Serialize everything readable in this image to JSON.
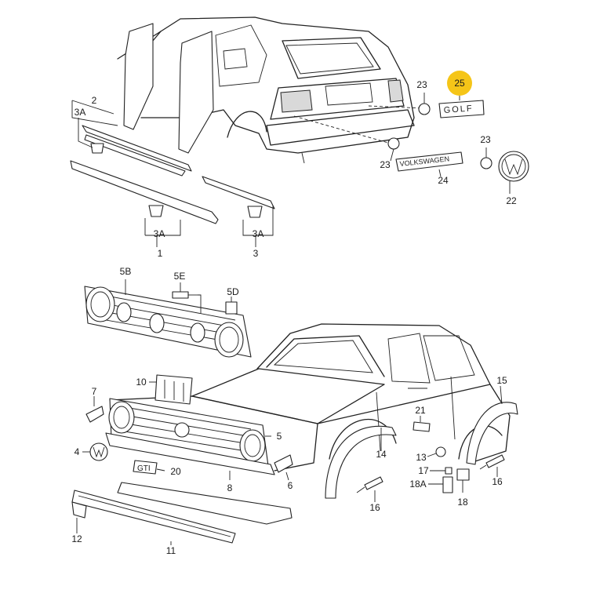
{
  "callouts": {
    "n1": "1",
    "n2": "2",
    "n3": "3",
    "n3a_1": "3A",
    "n3a_2": "3A",
    "n3a_3": "3A",
    "n4": "4",
    "n5": "5",
    "n5b": "5B",
    "n5d": "5D",
    "n5e": "5E",
    "n6": "6",
    "n7": "7",
    "n8": "8",
    "n10": "10",
    "n11": "11",
    "n12": "12",
    "n13": "13",
    "n14": "14",
    "n15": "15",
    "n16a": "16",
    "n16b": "16",
    "n17": "17",
    "n18": "18",
    "n18a": "18A",
    "n20": "20",
    "n21": "21",
    "n22": "22",
    "n23a": "23",
    "n23b": "23",
    "n23c": "23",
    "n24": "24",
    "n25": "25"
  },
  "emblems": {
    "volkswagen": "VOLKSWAGEN",
    "golf": "GOLF",
    "gti": "GTI"
  },
  "highlight": {
    "part": "25",
    "color": "#f5c518"
  }
}
